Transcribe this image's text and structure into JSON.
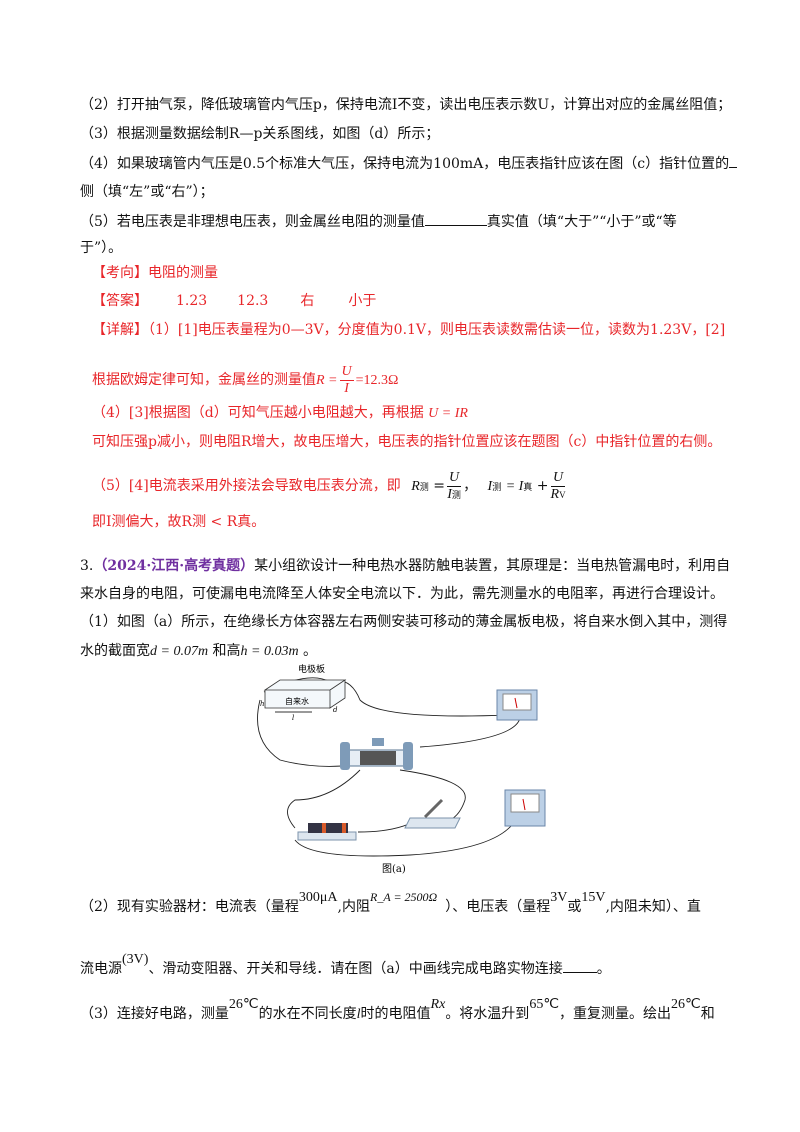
{
  "q2_steps": {
    "s2": "（2）打开抽气泵，降低玻璃管内气压p，保持电流I不变，读出电压表示数U，计算出对应的金属丝阻值；",
    "s3": "（3）根据测量数据绘制R—p关系图线，如图（d）所示；",
    "s4a": "（4）如果玻璃管内气压是0.5个标准大气压，保持电流为100mA，电压表指针应该在图（c）指针位置的",
    "s4b": "侧（填“左”或“右”）；",
    "s5a": "（5）若电压表是非理想电压表，则金属丝电阻的测量值",
    "s5b": "真实值（填“大于”“小于”或“等",
    "s5c": "于”）。"
  },
  "solution": {
    "topic_label": "【考向】",
    "topic": "电阻的测量",
    "answer_label": "【答案】",
    "answers": [
      "1.23",
      "12.3",
      "右",
      "小于"
    ],
    "detail_label": "【详解】",
    "d1": "（1）[1]电压表量程为0—3V，分度值为0.1V，则电压表读数需估读一位，读数为1.23V，[2]",
    "d2": "根据欧姆定律可知，金属丝的测量值",
    "d2_formula": {
      "lhs": "R =",
      "num": "U",
      "den": "I",
      "rhs": "=12.3Ω"
    },
    "d3": "（4）[3]根据图（d）可知气压越小电阻越大，再根据",
    "d3_formula": "U = IR",
    "d4": "可知压强p减小，则电阻R增大，故电压增大，电压表的指针位置应该在题图（c）中指针位置的右侧。",
    "d5": "（5）[4]电流表采用外接法会导致电压表分流，即",
    "d5_formula1": {
      "lhs": "R",
      "lhs_sub": "测",
      "eq": "=",
      "num": "U",
      "den": "I",
      "den_sub": "测"
    },
    "d5_formula2": {
      "lhs": "I",
      "lhs_sub": "测",
      "eq": "= I",
      "mid_sub": "真",
      "plus": "+",
      "num": "U",
      "den": "R",
      "den_sub": "V"
    },
    "d6": "即I测偏大，故R测 < R真。"
  },
  "q3": {
    "number": "3.",
    "source": "（2024·江西·高考真题）",
    "intro1": "某小组欲设计一种电热水器防触电装置，其原理是：当电热管漏电时，利用自",
    "intro2": "来水自身的电阻，可使漏电电流降至人体安全电流以下．为此，需先测量水的电阻率，再进行合理设计。",
    "p1a": "（1）如图（a）所示，在绝缘长方体容器左右两侧安装可移动的薄金属板电极，将自来水倒入其中，测得",
    "p1b": "水的截面宽",
    "p1_d": "d = 0.07m",
    "p1c": "和高",
    "p1_h": "h = 0.03m",
    "p1d": "。",
    "figure": {
      "caption": "图(a)",
      "electrode_label": "电极板",
      "water_label": "自来水",
      "h_label": "h",
      "l_label": "l",
      "d_label": "d"
    },
    "p2a": "（2）现有实验器材：电流表（量程",
    "p2_range_a": "300μA",
    "p2b": ",内阻",
    "p2_ra": "R_A = 2500Ω",
    "p2c": "）、电压表（量程",
    "p2_v1": "3V",
    "p2d": "或",
    "p2_v2": "15V",
    "p2e": ",内阻未知）、直",
    "p2f": "流电源",
    "p2_src": "(3V)",
    "p2g": "、滑动变阻器、开关和导线．请在图（a）中画线完成电路实物连接",
    "p2h": "。",
    "p3a": "（3）连接好电路，测量",
    "p3_t1": "26℃",
    "p3b": "的水在不同长度",
    "p3_l": "l",
    "p3c": "时的电阻值",
    "p3_rx": "Rx",
    "p3d": "。将水温升到",
    "p3_t2": "65℃",
    "p3e": "，重复测量。绘出",
    "p3_t3": "26℃",
    "p3f": "和"
  },
  "colors": {
    "answer_red": "#e8262a",
    "source_purple": "#7030a0"
  }
}
